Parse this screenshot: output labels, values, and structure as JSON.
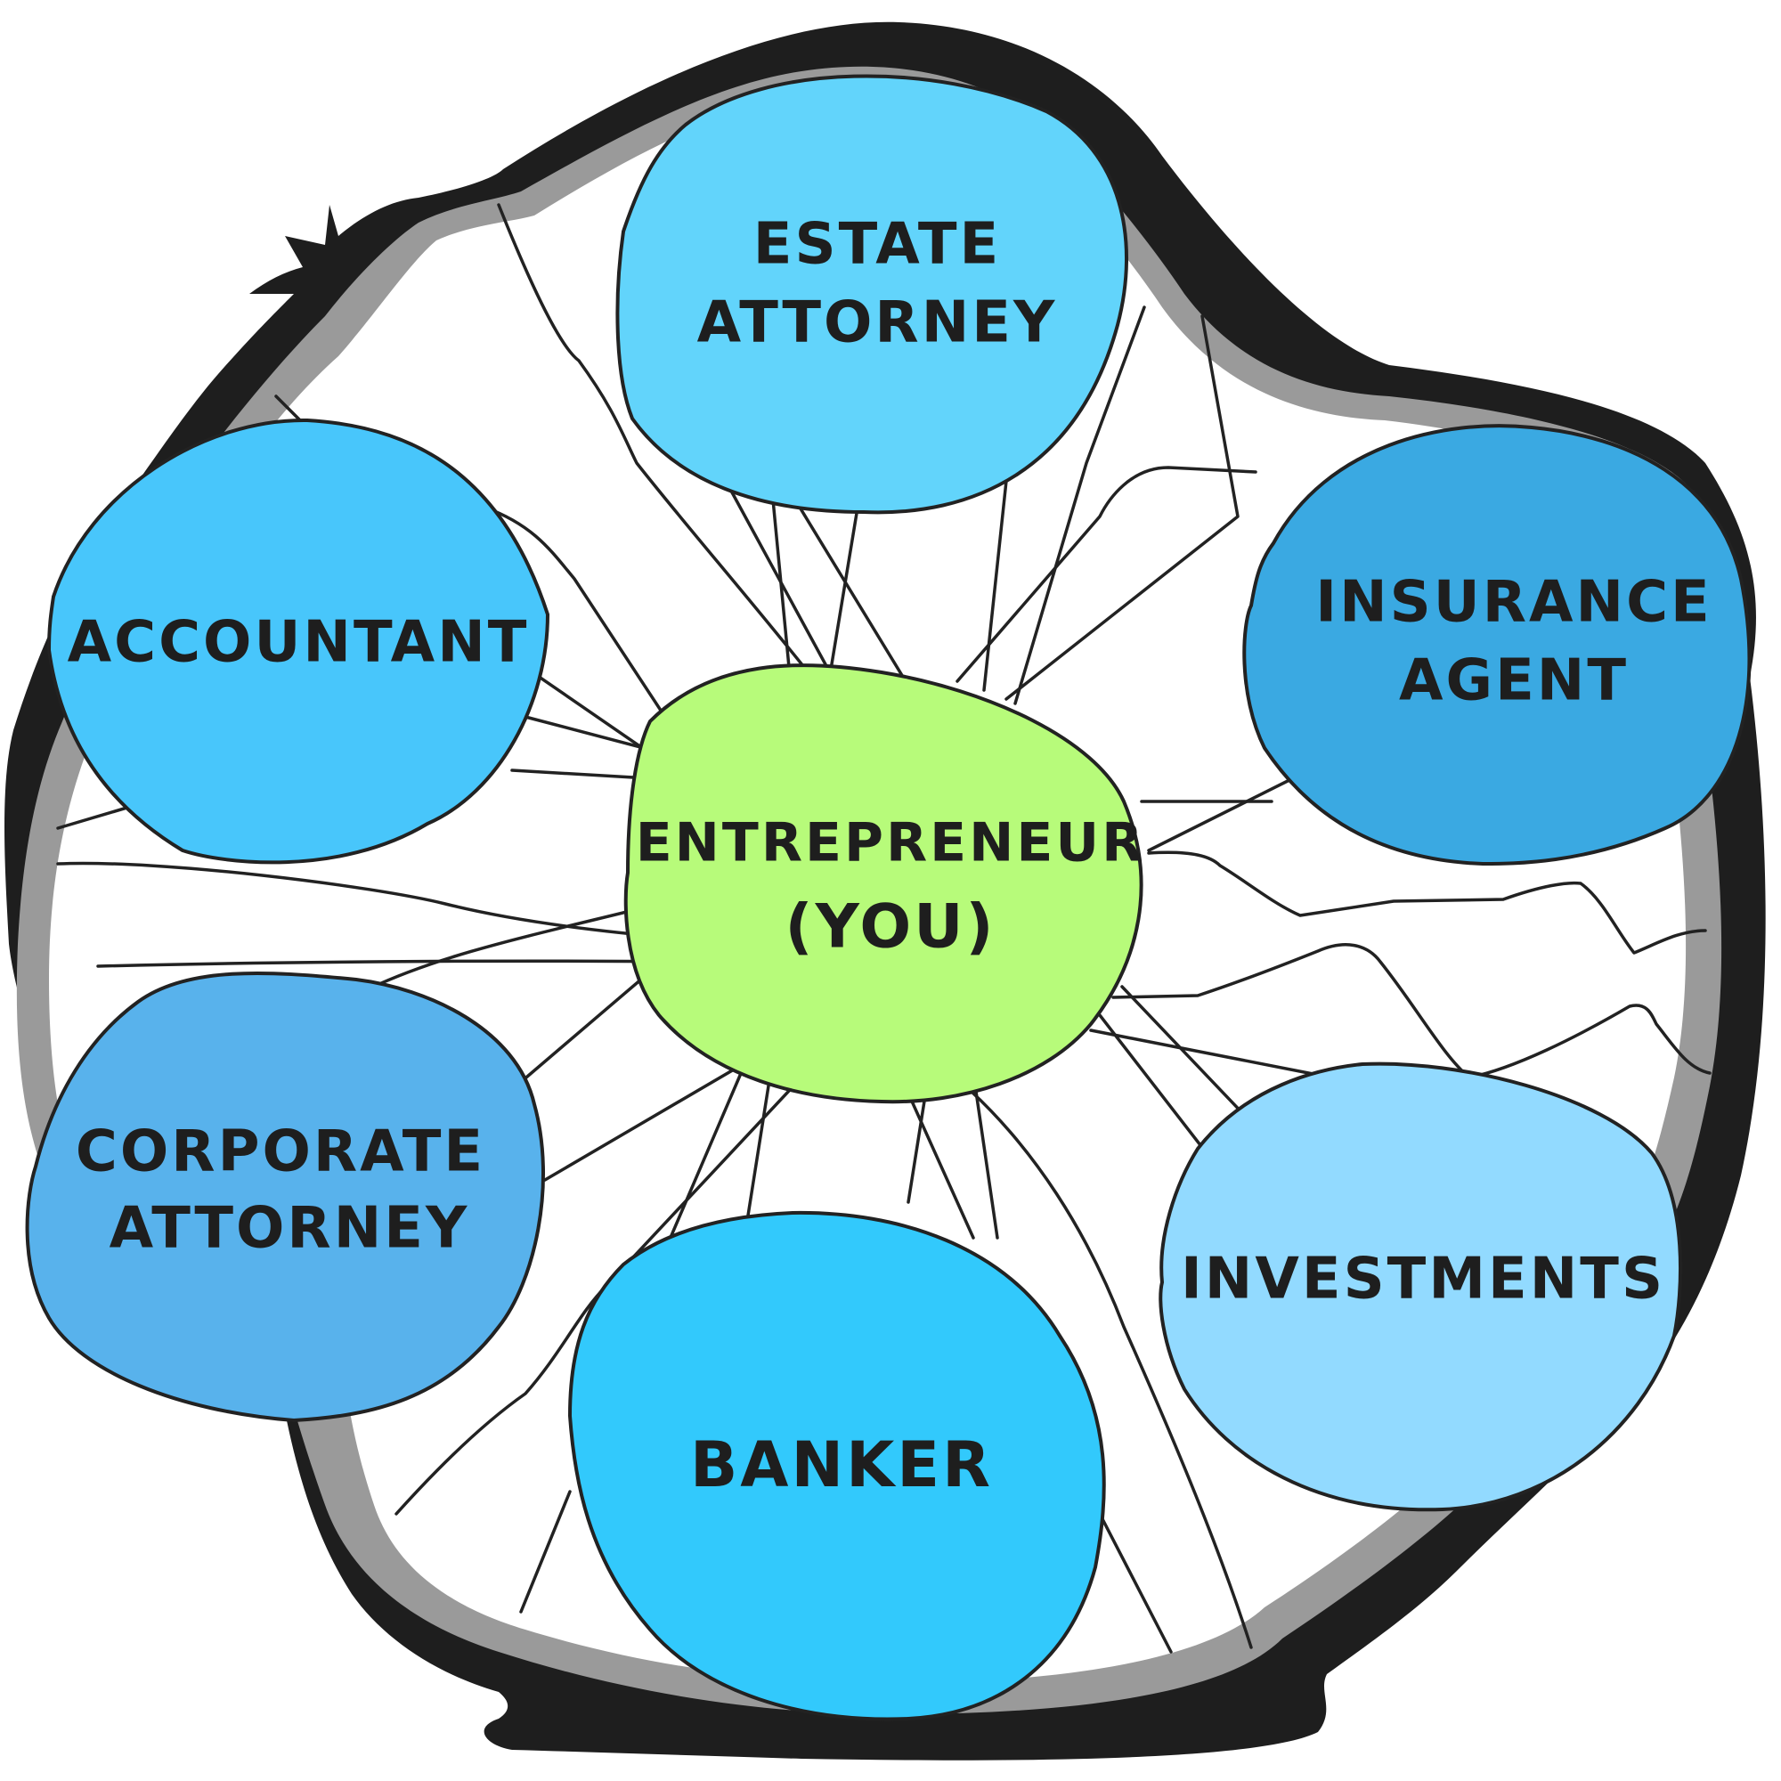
{
  "colors": {
    "outline": "#1e1e1e",
    "rim": "#9a9a9a",
    "center": "#b7fb7a",
    "estate": "#62d4fb",
    "accountant": "#48c6fb",
    "insurance": "#3aa9e2",
    "corporate": "#58b2ec",
    "investments": "#92daff",
    "banker": "#32c9fc"
  },
  "center": {
    "line1": "ENTREPRENEUR",
    "line2": "(YOU)"
  },
  "nodes": {
    "estate": {
      "line1": "ESTATE",
      "line2": "ATTORNEY"
    },
    "accountant": {
      "line1": "ACCOUNTANT"
    },
    "insurance": {
      "line1": "INSURANCE",
      "line2": "AGENT"
    },
    "corporate": {
      "line1": "CORPORATE",
      "line2": "ATTORNEY"
    },
    "investments": {
      "line1": "INVESTMENTS"
    },
    "banker": {
      "line1": "BANKER"
    }
  }
}
